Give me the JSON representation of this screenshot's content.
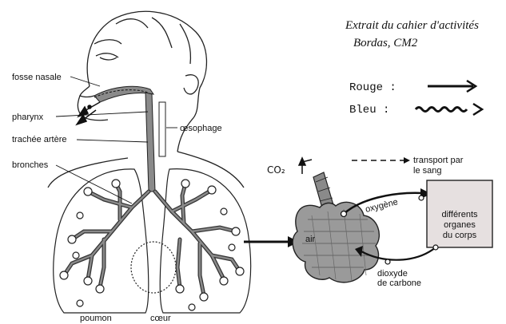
{
  "source": {
    "line1": "Extrait du cahier d'activités",
    "line2": "Bordas, CM2"
  },
  "legend": {
    "red_label": "Rouge :",
    "blue_label": "Bleu :",
    "transport_line1": "transport par",
    "transport_line2": "le sang"
  },
  "anatomy_labels": {
    "nasal": "fosse nasale",
    "pharynx": "pharynx",
    "trachea": "trachée artère",
    "esophagus": "œsophage",
    "bronchi": "bronches",
    "lung": "poumon",
    "heart": "cœur"
  },
  "exchange_labels": {
    "co2": "CO₂",
    "air": "air",
    "oxygen": "oxygène",
    "organs_line1": "différents",
    "organs_line2": "organes",
    "organs_line3": "du corps",
    "co2_line1": "dioxyde",
    "co2_line2": "de carbone"
  },
  "colors": {
    "ink": "#111111",
    "airway_fill": "#8a8a8a",
    "organ_box_fill": "#e6e0e0"
  }
}
